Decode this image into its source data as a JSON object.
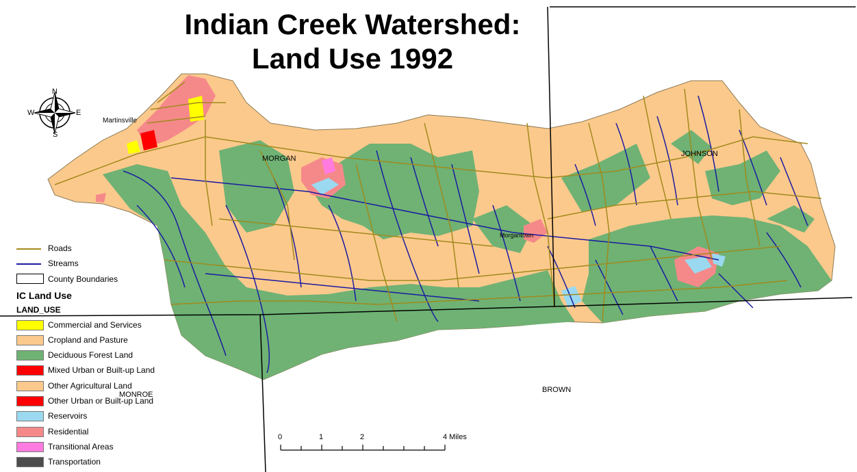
{
  "title": {
    "line1": "Indian Creek Watershed:",
    "line2": "Land Use 1992"
  },
  "north_arrow": {
    "n": "N",
    "s": "S",
    "e": "E",
    "w": "W"
  },
  "places": {
    "martinsville": "Martinsville",
    "morgan": "MORGAN",
    "johnson": "JOHNSON",
    "morgantown": "Morgantown",
    "monroe": "MONROE",
    "brown": "BROWN"
  },
  "legend": {
    "lines": [
      {
        "label": "Roads",
        "color": "#a08a1c"
      },
      {
        "label": "Streams",
        "color": "#1a1aa0"
      }
    ],
    "county_boundaries": "County Boundaries",
    "layer_title": "IC Land Use",
    "field_title": "LAND_USE",
    "classes": [
      {
        "label": "Commercial and Services",
        "color": "#ffff00"
      },
      {
        "label": "Cropland and Pasture",
        "color": "#fcc98c"
      },
      {
        "label": "Deciduous Forest Land",
        "color": "#6fb274"
      },
      {
        "label": "Mixed Urban or Built-up Land",
        "color": "#ff0000"
      },
      {
        "label": "Other Agricultural Land",
        "color": "#fcc98c"
      },
      {
        "label": "Other Urban or Built-up Land",
        "color": "#ff0000"
      },
      {
        "label": "Reservoirs",
        "color": "#9ad9f0"
      },
      {
        "label": "Residential",
        "color": "#f5898a"
      },
      {
        "label": "Transitional Areas",
        "color": "#ff7be0"
      },
      {
        "label": "Transportation",
        "color": "#4d4d4d"
      }
    ]
  },
  "scale_bar": {
    "ticks": [
      "0",
      "1",
      "2",
      "4 Miles"
    ]
  }
}
